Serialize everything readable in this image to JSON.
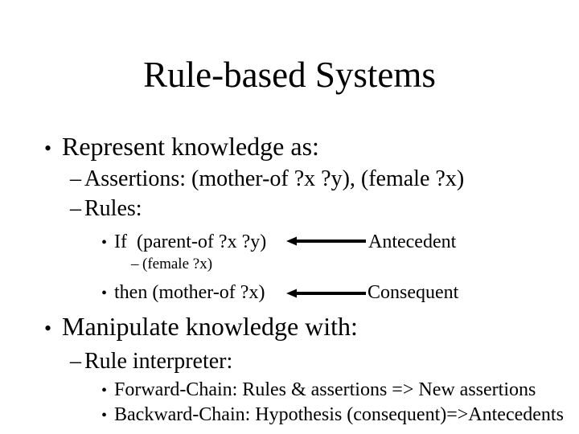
{
  "colors": {
    "background": "#ffffff",
    "text": "#000000"
  },
  "markers": {
    "dot": "•",
    "dash": "–"
  },
  "slide": {
    "title": "Rule-based Systems",
    "represent": {
      "heading": "Represent knowledge as:",
      "assertions": "Assertions: (mother-of ?x ?y), (female ?x)",
      "rules": "Rules:",
      "rule_example": {
        "if_line": "If  (parent-of ?x ?y)",
        "condition_line": "(female ?x)",
        "then_line": "then (mother-of ?x)",
        "antecedent_label": "Antecedent",
        "consequent_label": "Consequent"
      }
    },
    "manipulate": {
      "heading": "Manipulate knowledge with:",
      "rule_interpreter": "Rule interpreter:",
      "forward_chain": "Forward-Chain: Rules & assertions => New assertions",
      "backward_chain": "Backward-Chain: Hypothesis (consequent)=>Antecedents"
    }
  }
}
